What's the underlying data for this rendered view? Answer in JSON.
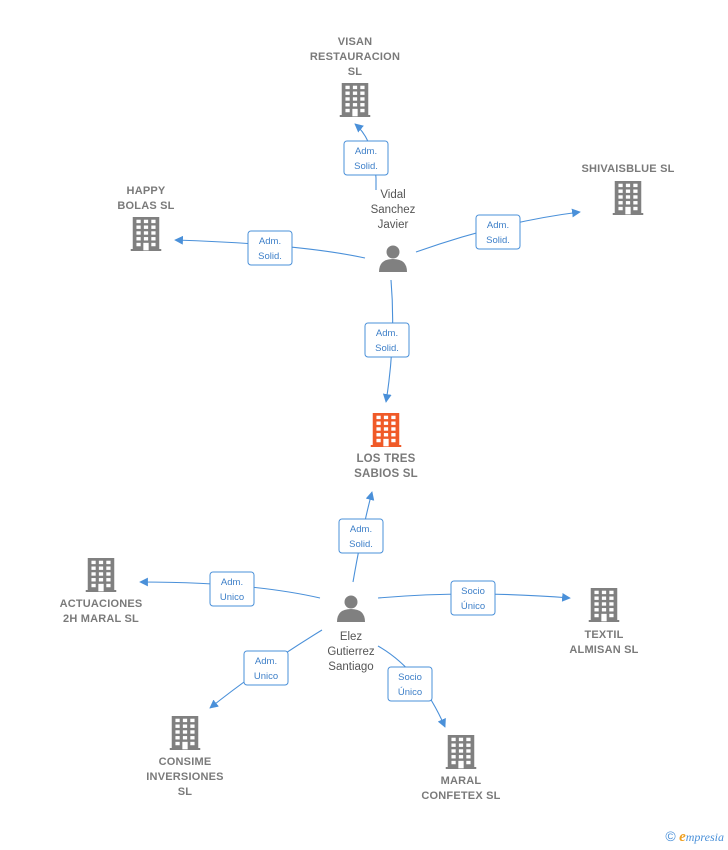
{
  "colors": {
    "company": "#808080",
    "main_company": "#f05a28",
    "person": "#808080",
    "edge": "#4a90d9"
  },
  "nodes": [
    {
      "id": "visan",
      "kind": "company",
      "icon": "building-icon",
      "lines": [
        "VISAN",
        "RESTAURACION",
        "SL"
      ]
    },
    {
      "id": "shivaisblue",
      "kind": "company",
      "icon": "building-icon",
      "lines": [
        "SHIVAISBLUE SL"
      ]
    },
    {
      "id": "happy",
      "kind": "company",
      "icon": "building-icon",
      "lines": [
        "HAPPY",
        "BOLAS  SL"
      ]
    },
    {
      "id": "vidal",
      "kind": "person",
      "icon": "person-icon",
      "lines": [
        "Vidal",
        "Sanchez",
        "Javier"
      ]
    },
    {
      "id": "lostres",
      "kind": "main",
      "icon": "building-icon",
      "lines": [
        "LOS TRES",
        "SABIOS  SL"
      ]
    },
    {
      "id": "elez",
      "kind": "person",
      "icon": "person-icon",
      "lines": [
        "Elez",
        "Gutierrez",
        "Santiago"
      ]
    },
    {
      "id": "actuaciones",
      "kind": "company",
      "icon": "building-icon",
      "lines": [
        "ACTUACIONES",
        "2H MARAL SL"
      ]
    },
    {
      "id": "textil",
      "kind": "company",
      "icon": "building-icon",
      "lines": [
        "TEXTIL",
        "ALMISAN SL"
      ]
    },
    {
      "id": "consime",
      "kind": "company",
      "icon": "building-icon",
      "lines": [
        "CONSIME",
        "INVERSIONES",
        "SL"
      ]
    },
    {
      "id": "maral",
      "kind": "company",
      "icon": "building-icon",
      "lines": [
        "MARAL",
        "CONFETEX  SL"
      ]
    }
  ],
  "edges": [
    {
      "from": "vidal",
      "to": "visan",
      "label": [
        "Adm.",
        "Solid."
      ]
    },
    {
      "from": "vidal",
      "to": "shivaisblue",
      "label": [
        "Adm.",
        "Solid."
      ]
    },
    {
      "from": "vidal",
      "to": "happy",
      "label": [
        "Adm.",
        "Solid."
      ]
    },
    {
      "from": "vidal",
      "to": "lostres",
      "label": [
        "Adm.",
        "Solid."
      ]
    },
    {
      "from": "elez",
      "to": "lostres",
      "label": [
        "Adm.",
        "Solid."
      ]
    },
    {
      "from": "elez",
      "to": "actuaciones",
      "label": [
        "Adm.",
        "Unico"
      ]
    },
    {
      "from": "elez",
      "to": "textil",
      "label": [
        "Socio",
        "Único"
      ]
    },
    {
      "from": "elez",
      "to": "consime",
      "label": [
        "Adm.",
        "Unico"
      ]
    },
    {
      "from": "elez",
      "to": "maral",
      "label": [
        "Socio",
        "Único"
      ]
    }
  ],
  "footer": {
    "copyright": "©",
    "brand_initial": "e",
    "brand_rest": "mpresia"
  }
}
